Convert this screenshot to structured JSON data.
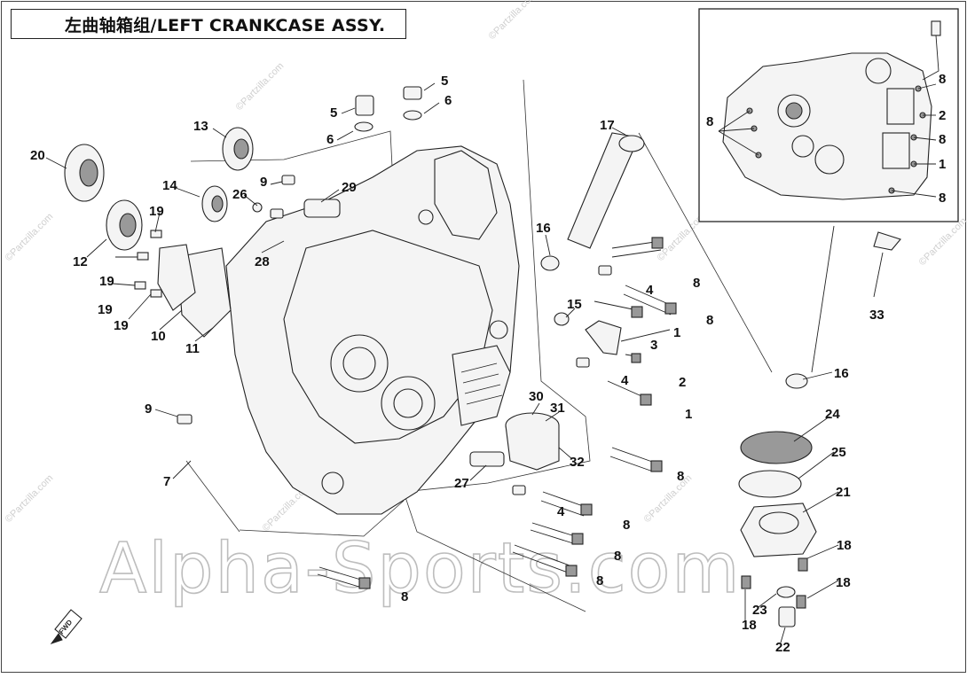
{
  "title": "左曲轴箱组/LEFT CRANKCASE ASSY.",
  "watermark": "Alpha-Sports.com",
  "site_watermark": "©Partzilla.com",
  "direction_marker": "FWD",
  "callouts": [
    {
      "id": "c1",
      "text": "20"
    },
    {
      "id": "c2",
      "text": "13"
    },
    {
      "id": "c3",
      "text": "5"
    },
    {
      "id": "c4",
      "text": "6"
    },
    {
      "id": "c5",
      "text": "5"
    },
    {
      "id": "c6",
      "text": "6"
    },
    {
      "id": "c7",
      "text": "17"
    },
    {
      "id": "c8",
      "text": "14"
    },
    {
      "id": "c9",
      "text": "26"
    },
    {
      "id": "c10",
      "text": "9"
    },
    {
      "id": "c11",
      "text": "29"
    },
    {
      "id": "c12",
      "text": "19"
    },
    {
      "id": "c13",
      "text": "12"
    },
    {
      "id": "c14",
      "text": "19"
    },
    {
      "id": "c15",
      "text": "28"
    },
    {
      "id": "c16",
      "text": "19"
    },
    {
      "id": "c17",
      "text": "19"
    },
    {
      "id": "c18",
      "text": "10"
    },
    {
      "id": "c19",
      "text": "11"
    },
    {
      "id": "c20",
      "text": "16"
    },
    {
      "id": "c21",
      "text": "8"
    },
    {
      "id": "c22",
      "text": "4"
    },
    {
      "id": "c23",
      "text": "8"
    },
    {
      "id": "c24",
      "text": "15"
    },
    {
      "id": "c25",
      "text": "1"
    },
    {
      "id": "c26",
      "text": "3"
    },
    {
      "id": "c27",
      "text": "2"
    },
    {
      "id": "c28",
      "text": "4"
    },
    {
      "id": "c29",
      "text": "1"
    },
    {
      "id": "c30",
      "text": "9"
    },
    {
      "id": "c31",
      "text": "30"
    },
    {
      "id": "c32",
      "text": "31"
    },
    {
      "id": "c33",
      "text": "32"
    },
    {
      "id": "c34",
      "text": "7"
    },
    {
      "id": "c35",
      "text": "27"
    },
    {
      "id": "c36",
      "text": "8"
    },
    {
      "id": "c37",
      "text": "4"
    },
    {
      "id": "c38",
      "text": "8"
    },
    {
      "id": "c39",
      "text": "8"
    },
    {
      "id": "c40",
      "text": "8"
    },
    {
      "id": "c41",
      "text": "8"
    },
    {
      "id": "c42",
      "text": "33"
    },
    {
      "id": "c43",
      "text": "16"
    },
    {
      "id": "c44",
      "text": "24"
    },
    {
      "id": "c45",
      "text": "25"
    },
    {
      "id": "c46",
      "text": "21"
    },
    {
      "id": "c47",
      "text": "18"
    },
    {
      "id": "c48",
      "text": "18"
    },
    {
      "id": "c49",
      "text": "23"
    },
    {
      "id": "c50",
      "text": "18"
    },
    {
      "id": "c51",
      "text": "22"
    },
    {
      "id": "c52",
      "text": "8"
    },
    {
      "id": "c53",
      "text": "8"
    },
    {
      "id": "c54",
      "text": "2"
    },
    {
      "id": "c55",
      "text": "8"
    },
    {
      "id": "c56",
      "text": "1"
    },
    {
      "id": "c57",
      "text": "8"
    }
  ]
}
